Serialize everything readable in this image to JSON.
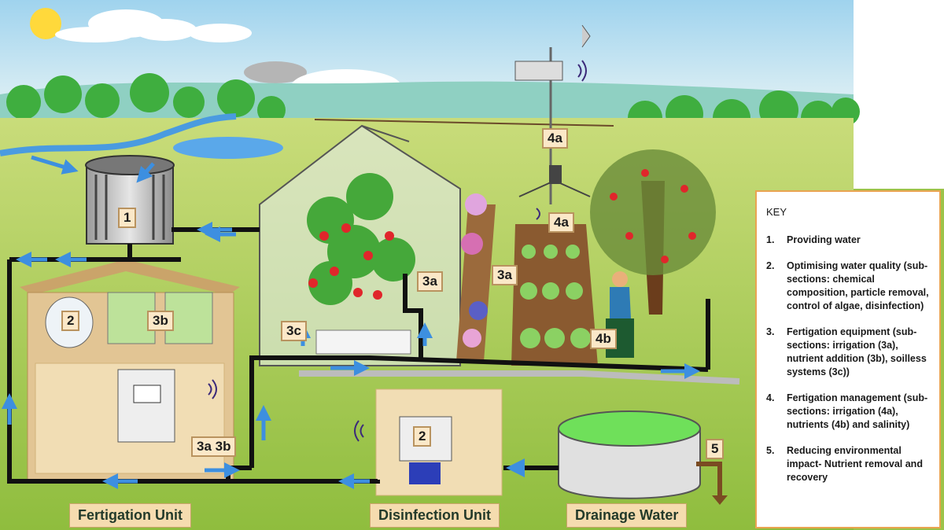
{
  "labels": {
    "tank_1": "1",
    "filter_2": "2",
    "tanks_3b": "3b",
    "greenhouse_3c": "3c",
    "greenhouse_3a": "3a",
    "field_3a": "3a",
    "station_4a": "4a",
    "field_4a": "4a",
    "worker_4b": "4b",
    "drain_5": "5",
    "fert_3a3b": "3a 3b",
    "disinfection_2": "2"
  },
  "units": {
    "fertigation": "Fertigation Unit",
    "disinfection": "Disinfection Unit",
    "drainage": "Drainage Water"
  },
  "key": {
    "title": "KEY",
    "items": [
      {
        "num": "1.",
        "text": "Providing water"
      },
      {
        "num": "2.",
        "text": "Optimising water quality (sub-sections: chemical composition, particle removal, control of algae, disinfection)"
      },
      {
        "num": "3.",
        "text": "Fertigation equipment (sub-sections: irrigation (3a), nutrient addition (3b), soilless systems (3c))"
      },
      {
        "num": "4.",
        "text": "Fertigation management (sub-sections: irrigation (4a), nutrients (4b) and salinity)"
      },
      {
        "num": "5.",
        "text": "Reducing environmental impact- Nutrient removal and recovery"
      }
    ]
  },
  "colors": {
    "sky": "#bfe0f0",
    "hills": "#7cc7b8",
    "trees": "#3fae3f",
    "ground": "#9cc34a",
    "pipe": "#111111",
    "flow_arrow": "#3d8fe0",
    "shed": "#e2c594",
    "label_bg": "#fbe8c8",
    "key_border": "#e9a451",
    "drain_water": "#6fe05a"
  }
}
